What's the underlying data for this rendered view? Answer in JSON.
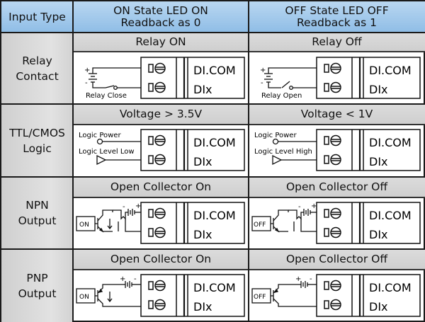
{
  "header": {
    "input_type": "Input Type",
    "on_col": "ON State LED ON\nReadback as 0",
    "off_col": "OFF State LED OFF\nReadback as 1"
  },
  "rows": [
    {
      "label": "Relay\nContact",
      "on_title": "Relay ON",
      "off_title": "Relay Off",
      "on_caption": "Relay Close",
      "off_caption": "Relay Open"
    },
    {
      "label": "TTL/CMOS\nLogic",
      "on_title": "Voltage > 3.5V",
      "off_title": "Voltage < 1V",
      "on_power": "Logic Power",
      "on_level": "Logic Level Low",
      "off_power": "Logic Power",
      "off_level": "Logic Level High"
    },
    {
      "label": "NPN\nOutput",
      "on_title": "Open Collector On",
      "off_title": "Open Collector Off",
      "on_switch": "ON",
      "off_switch": "OFF"
    },
    {
      "label": "PNP\nOutput",
      "on_title": "Open Collector On",
      "off_title": "Open Collector Off",
      "on_switch": "ON",
      "off_switch": "OFF"
    }
  ],
  "terminal": {
    "com": "DI.COM",
    "dix": "DIx",
    "plus": "+",
    "minus": "-"
  },
  "colors": {
    "header_blue": "#a6cbec",
    "label_gray": "#d9d9d9",
    "line": "#1a1a1a"
  }
}
